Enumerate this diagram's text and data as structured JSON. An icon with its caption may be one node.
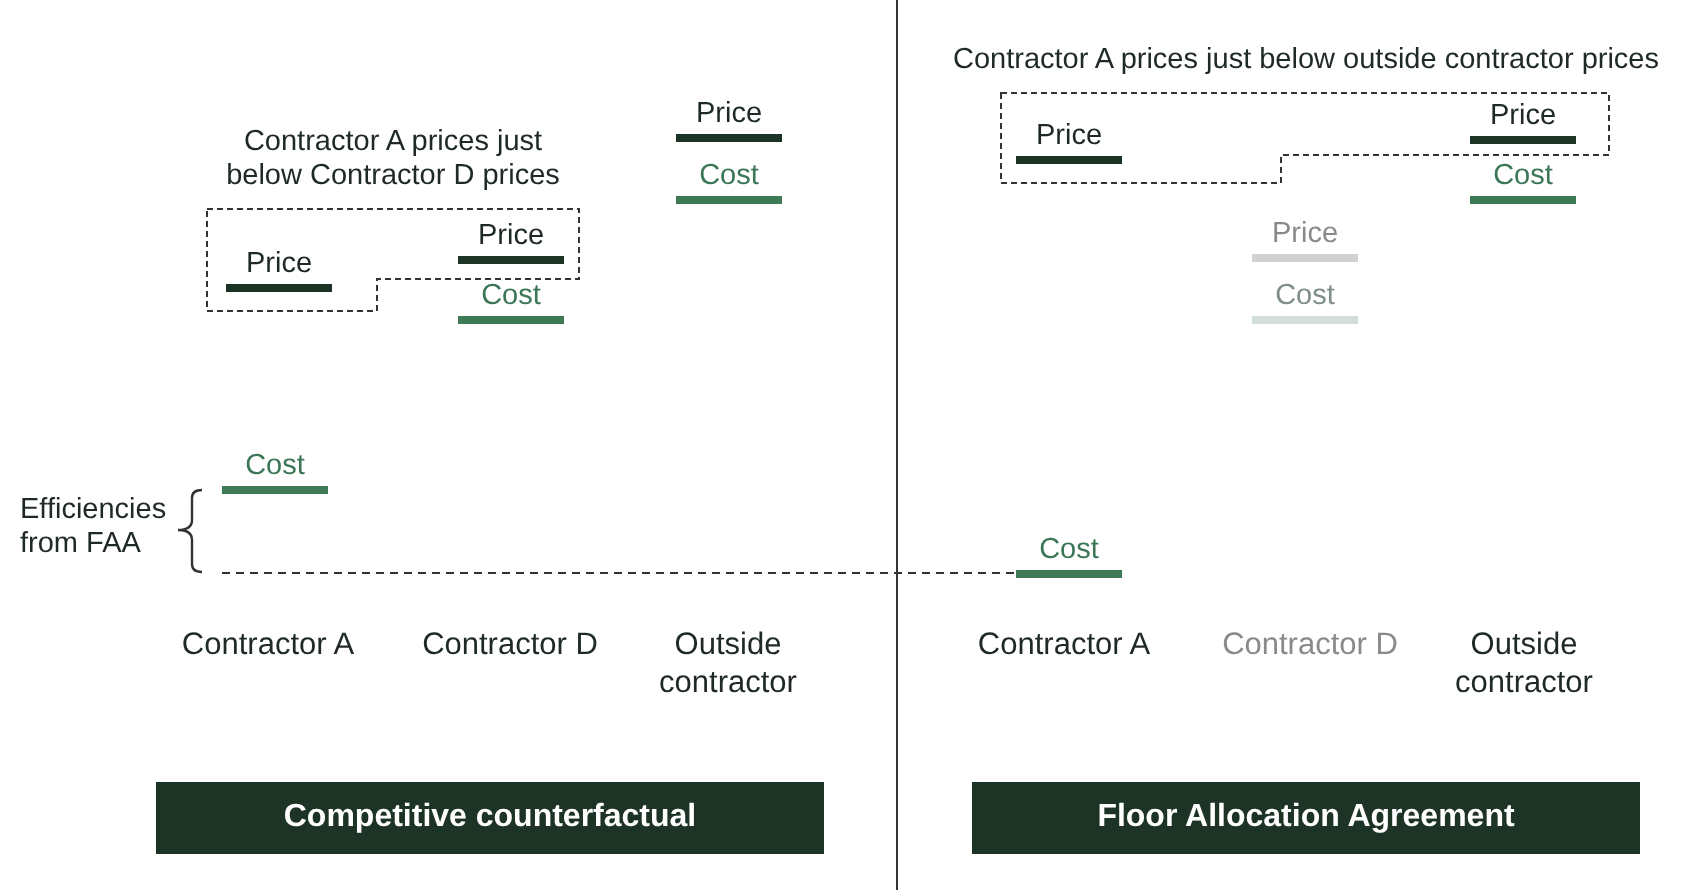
{
  "diagram": {
    "nodes": [
      {
        "text": [
          "Contractor A prices just below Contractor D prices"
        ]
      },
      {
        "text": [
          "Price"
        ],
        "in": 0
      },
      {
        "text": [
          "Price"
        ],
        "in": 0
      },
      {
        "text": [
          "Cost"
        ]
      },
      {
        "text": [
          "Price"
        ]
      },
      {
        "text": [
          "Cost"
        ]
      },
      {
        "text": [
          "Cost"
        ]
      },
      {
        "text": [
          "Contractor A prices just below outside contractor prices"
        ]
      },
      {
        "text": [
          "Price"
        ],
        "in": 7
      },
      {
        "text": [
          "Price"
        ],
        "in": 7
      },
      {
        "text": [
          "Cost"
        ]
      },
      {
        "text": [
          "Price"
        ]
      },
      {
        "text": [
          "Cost"
        ]
      },
      {
        "text": [
          "Cost"
        ]
      },
      {
        "text": [
          "Competitive counterfactual"
        ]
      },
      {
        "text": [
          "Floor Allocation Agreement"
        ]
      }
    ],
    "labels": [
      "Efficiencies from FAA",
      "Contractor A",
      "Contractor D",
      "Outside contractor",
      "Contractor A",
      "Contractor D",
      "Outside contractor"
    ]
  }
}
